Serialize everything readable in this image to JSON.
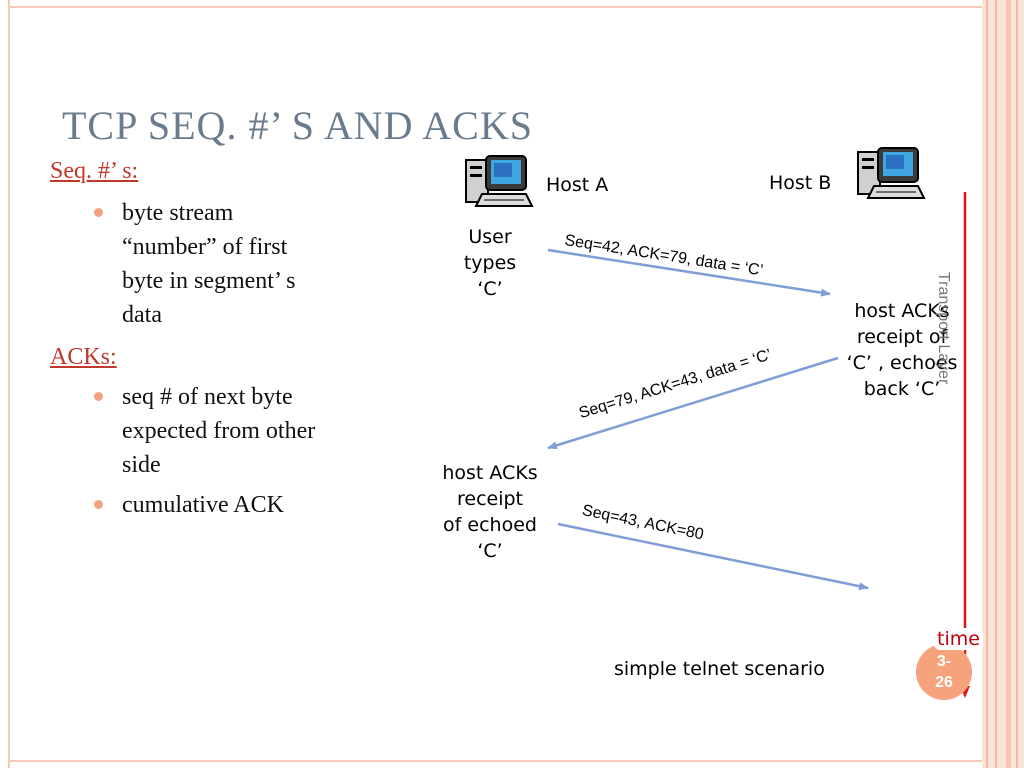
{
  "slide": {
    "title": "TCP SEQ. #’ S AND ACKS",
    "slide_number_line1": "3-",
    "slide_number_line2": "26",
    "side_text": "Transport Layer"
  },
  "left": {
    "heading1": "Seq. #’ s:",
    "bullets1": [
      {
        "lines": [
          "byte stream",
          "“number” of first",
          "byte in segment’ s",
          "data"
        ]
      }
    ],
    "heading2": "ACKs:",
    "bullets2": [
      {
        "lines": [
          "seq # of next byte",
          "expected from other",
          "side"
        ]
      },
      {
        "lines": [
          "cumulative ACK"
        ]
      }
    ]
  },
  "diagram": {
    "host_a_label": "Host A",
    "host_b_label": "Host B",
    "host_a_icon": "computer-icon",
    "host_b_icon": "computer-icon",
    "annotation_a1": [
      "User",
      "types",
      "‘C’"
    ],
    "annotation_b1": [
      "host ACKs",
      "receipt of",
      "‘C’ , echoes",
      "back ‘C’"
    ],
    "annotation_a2": [
      "host ACKs",
      "receipt",
      "of echoed",
      "‘C’"
    ],
    "messages": [
      {
        "text": "Seq=42, ACK=79, data = ‘C’",
        "direction": "A-to-B"
      },
      {
        "text": "Seq=79, ACK=43, data = ‘C’",
        "direction": "B-to-A"
      },
      {
        "text": "Seq=43, ACK=80",
        "direction": "A-to-B"
      }
    ],
    "time_label": "time",
    "caption": "simple telnet scenario",
    "arrow_color": "#7f9ed6",
    "time_axis_color": "#e0141e"
  }
}
